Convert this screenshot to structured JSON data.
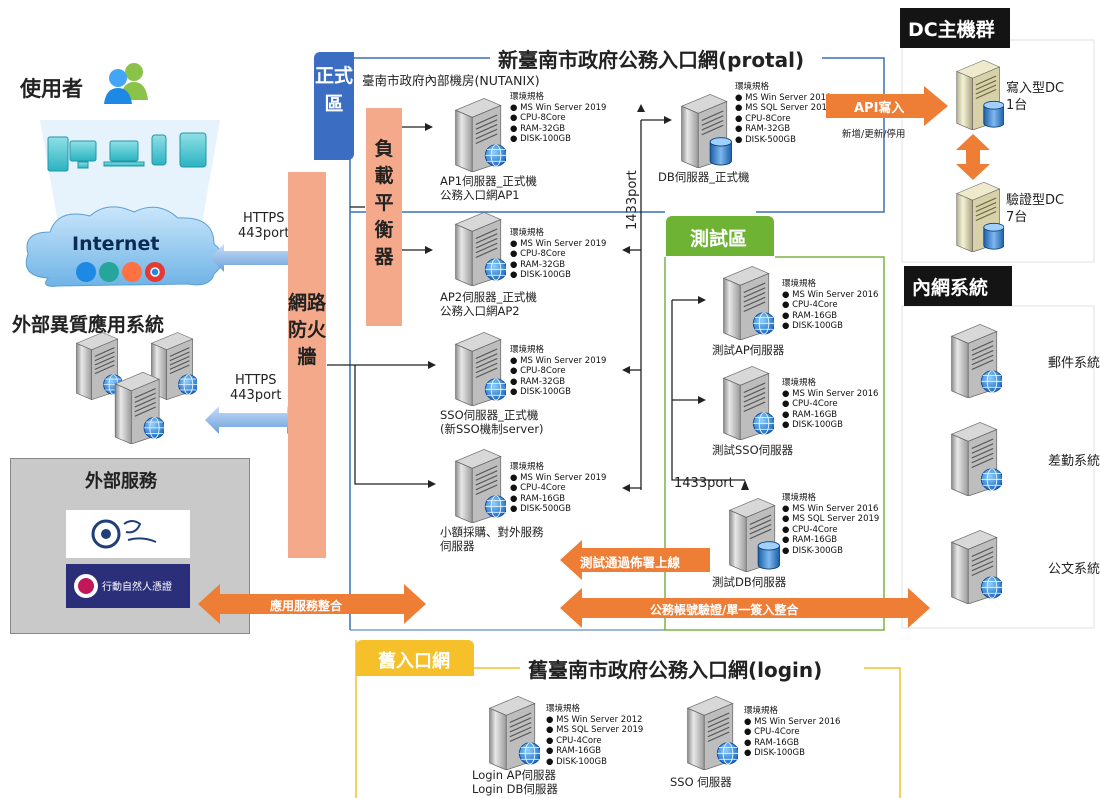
{
  "users": {
    "title": "使用者"
  },
  "internet": {
    "label": "Internet"
  },
  "external_apps": {
    "title": "外部異質應用系統"
  },
  "https1": {
    "line1": "HTTPS",
    "line2": "443port"
  },
  "https2": {
    "line1": "HTTPS",
    "line2": "443port"
  },
  "external_services": {
    "title": "外部服務",
    "logo2_text": "行動自然人憑證"
  },
  "firewall": {
    "label": "網路防火牆"
  },
  "app_integration": {
    "label": "應用服務整合"
  },
  "portal": {
    "title": "新臺南市政府公務入口網(protal)",
    "zone_badge": "正式區",
    "nutanix": "臺南市政府內部機房(NUTANIX)"
  },
  "load_balancer": {
    "label": "負載平衡器"
  },
  "spec_title": "環境規格",
  "servers": {
    "ap1": {
      "name_line1": "AP1伺服器_正式機",
      "name_line2": "公務入口網AP1",
      "specs": [
        "MS Win Server 2019",
        "CPU-8Core",
        "RAM-32GB",
        "DISK-100GB"
      ]
    },
    "ap2": {
      "name_line1": "AP2伺服器_正式機",
      "name_line2": "公務入口網AP2",
      "specs": [
        "MS Win Server 2019",
        "CPU-8Core",
        "RAM-32GB",
        "DISK-100GB"
      ]
    },
    "sso": {
      "name_line1": "SSO伺服器_正式機",
      "name_line2": "(新SSO機制server)",
      "specs": [
        "MS Win Server 2019",
        "CPU-8Core",
        "RAM-32GB",
        "DISK-100GB"
      ]
    },
    "small": {
      "name_line1": "小額採購、對外服務",
      "name_line2": "伺服器",
      "specs": [
        "MS Win Server 2019",
        "CPU-4Core",
        "RAM-16GB",
        "DISK-500GB"
      ]
    },
    "db": {
      "name_line1": "DB伺服器_正式機",
      "specs": [
        "MS Win Server 2019",
        "MS SQL Server 2019",
        "CPU-8Core",
        "RAM-32GB",
        "DISK-500GB"
      ]
    },
    "test_ap": {
      "name_line1": "測試AP伺服器",
      "specs": [
        "MS Win Server 2016",
        "CPU-4Core",
        "RAM-16GB",
        "DISK-100GB"
      ]
    },
    "test_sso": {
      "name_line1": "測試SSO伺服器",
      "specs": [
        "MS Win Server 2016",
        "CPU-4Core",
        "RAM-16GB",
        "DISK-100GB"
      ]
    },
    "test_db": {
      "name_line1": "測試DB伺服器",
      "specs": [
        "MS Win Server 2016",
        "MS SQL Server 2019",
        "CPU-4Core",
        "RAM-16GB",
        "DISK-300GB"
      ]
    },
    "login_ap": {
      "name_line1": "Login AP伺服器",
      "name_line2": "Login DB伺服器",
      "specs": [
        "MS Win Server 2012",
        "MS SQL Server 2019",
        "CPU-4Core",
        "RAM-16GB",
        "DISK-100GB"
      ]
    },
    "old_sso": {
      "name_line1": "SSO 伺服器",
      "specs": [
        "MS Win Server 2016",
        "CPU-4Core",
        "RAM-16GB",
        "DISK-100GB"
      ]
    }
  },
  "port1433_v": "1433port",
  "port1433_h": "1433port",
  "test_zone": {
    "badge": "測試區"
  },
  "deploy_arrow": {
    "label": "測試通過佈署上線"
  },
  "auth_arrow": {
    "label": "公務帳號驗證/單一簽入整合"
  },
  "api_write": {
    "label": "API寫入",
    "note": "新增/更新/停用"
  },
  "dc": {
    "title": "DC主機群",
    "write_dc_line1": "寫入型DC",
    "write_dc_line2": "1台",
    "verify_dc_line1": "驗證型DC",
    "verify_dc_line2": "7台"
  },
  "intranet": {
    "title": "內網系統",
    "items": [
      "郵件系統",
      "差勤系統",
      "公文系統"
    ]
  },
  "old_portal": {
    "badge": "舊入口網",
    "title": "舊臺南市政府公務入口網(login)"
  }
}
